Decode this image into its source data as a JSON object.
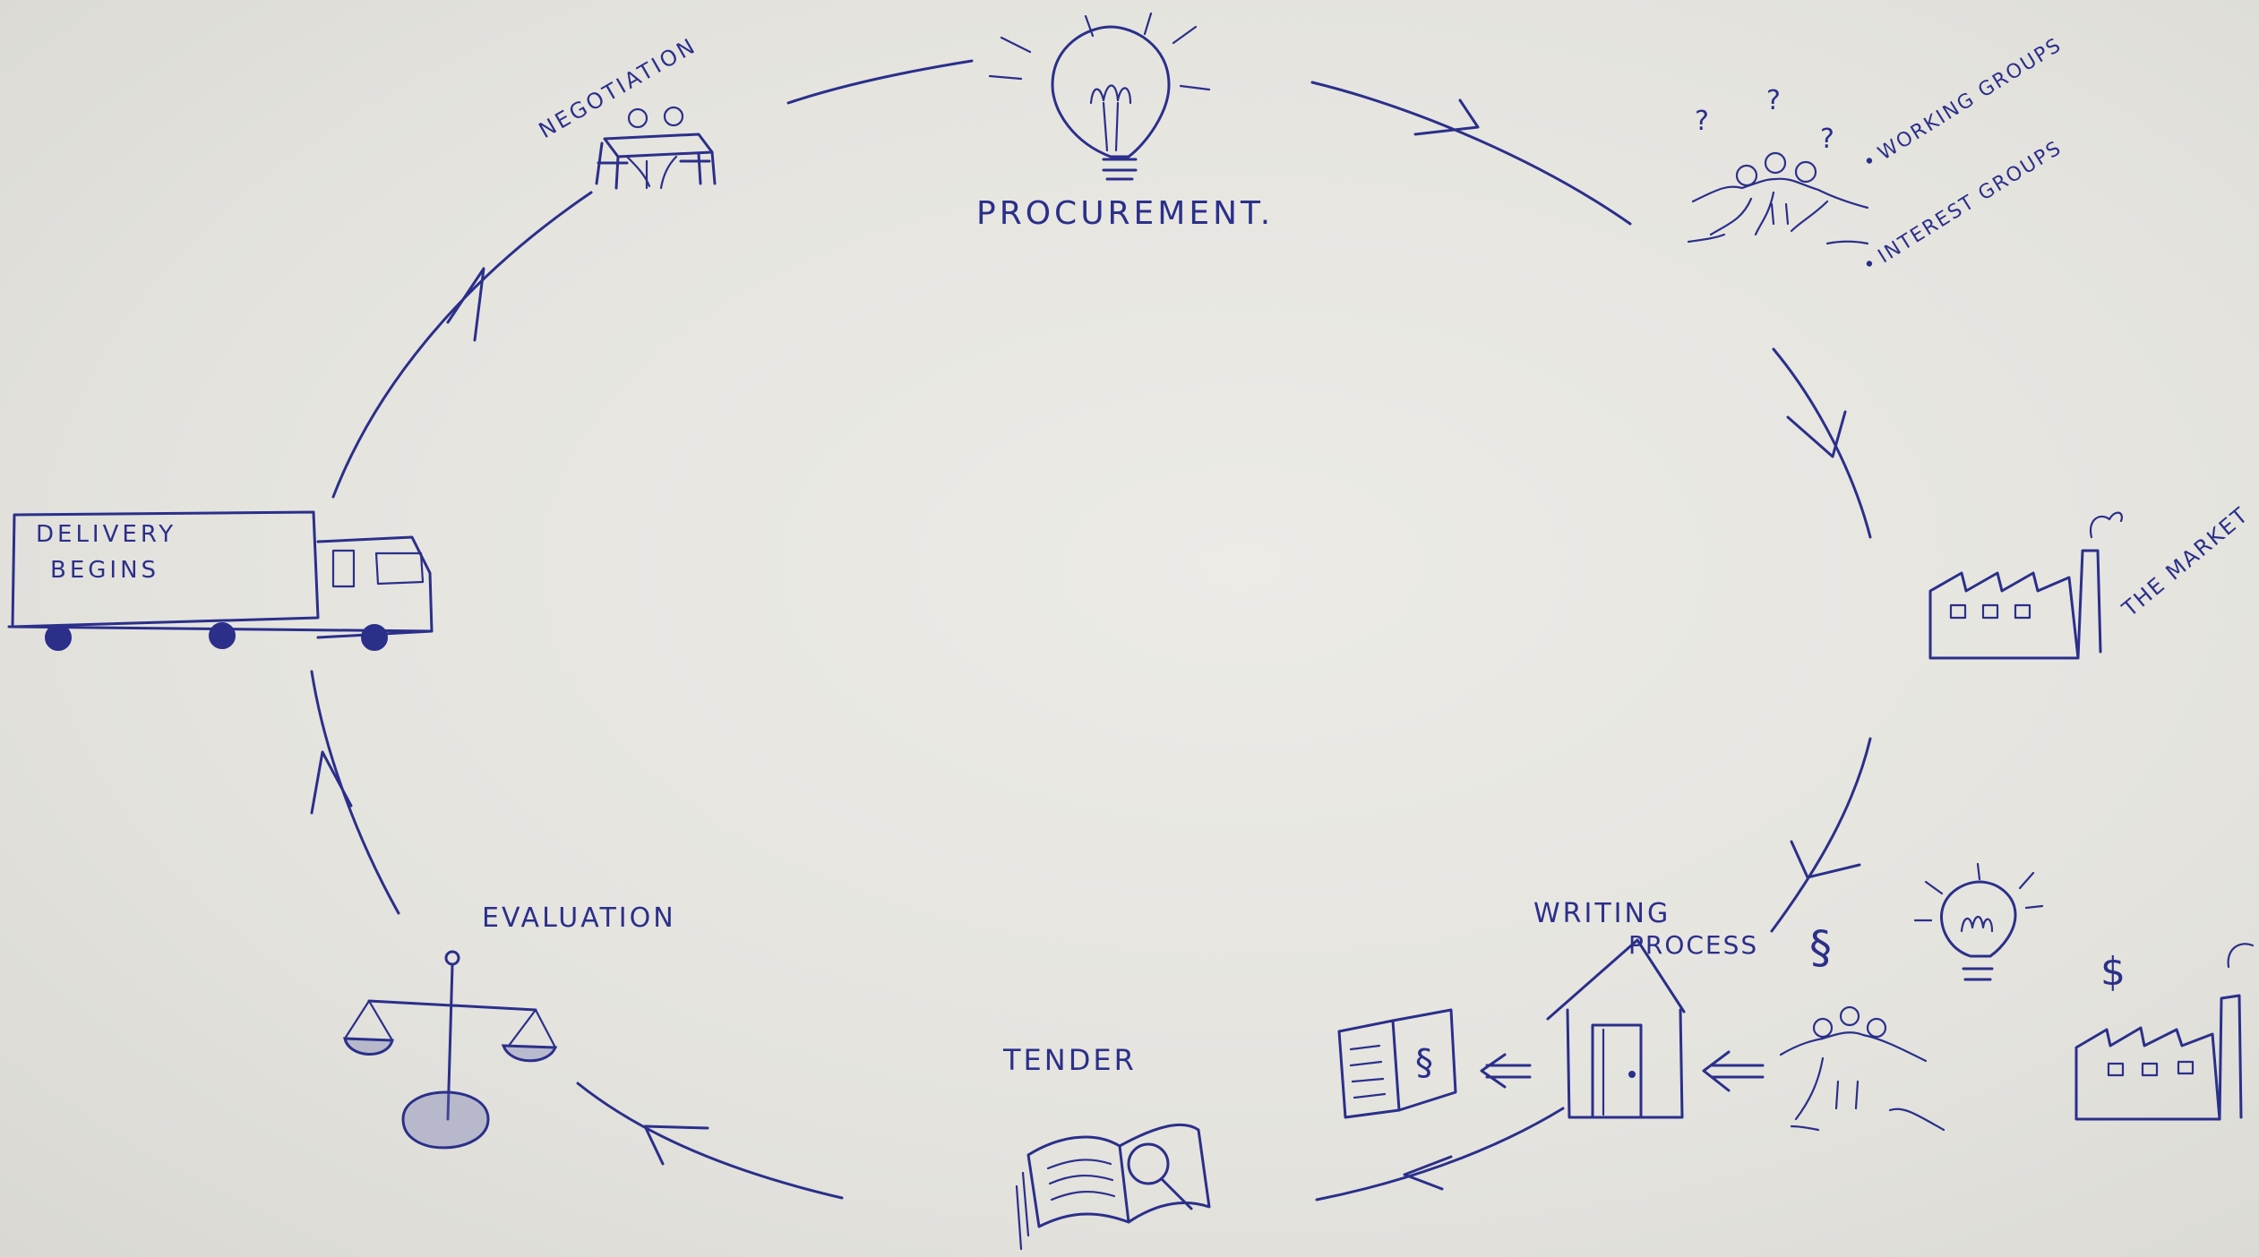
{
  "diagram": {
    "stages": {
      "procurement": "PROCUREMENT.",
      "working_groups": "WORKING GROUPS",
      "interest_groups": "INTEREST GROUPS",
      "the_market": "THE MARKET",
      "writing": "WRITING",
      "process": "PROCESS",
      "tender": "TENDER",
      "evaluation": "EVALUATION",
      "delivery_line1": "DELIVERY",
      "delivery_line2": "BEGINS",
      "negotiation": "NEGOTIATION"
    },
    "symbols": {
      "question_mark": "?",
      "paragraph": "§",
      "dollar": "$",
      "bullet": "•"
    },
    "icons": [
      "lightbulb-icon",
      "people-icon",
      "factory-icon",
      "house-icon",
      "document-icon",
      "book-magnifier-icon",
      "scales-icon",
      "truck-icon",
      "table-chairs-icon"
    ],
    "colors": {
      "ink": "#2b2f8a",
      "paper": "#e8e7e2"
    }
  }
}
